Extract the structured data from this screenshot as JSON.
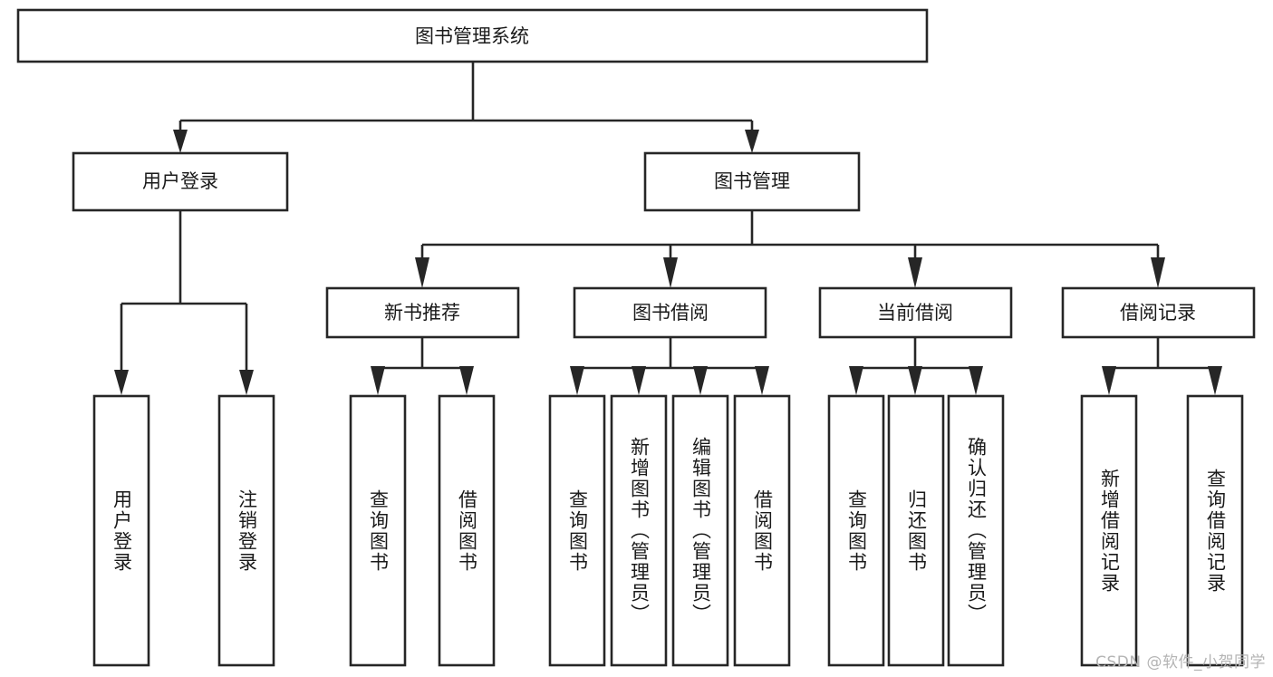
{
  "diagram": {
    "type": "tree-hierarchy",
    "title": "图书管理系统",
    "root": {
      "id": "root",
      "label": "图书管理系统",
      "orientation": "horizontal"
    },
    "level1": [
      {
        "id": "user-login",
        "label": "用户登录",
        "orientation": "horizontal"
      },
      {
        "id": "book-manage",
        "label": "图书管理",
        "orientation": "horizontal"
      }
    ],
    "level2": [
      {
        "id": "new-book-rec",
        "label": "新书推荐",
        "parent": "book-manage",
        "orientation": "horizontal"
      },
      {
        "id": "book-borrow",
        "label": "图书借阅",
        "parent": "book-manage",
        "orientation": "horizontal"
      },
      {
        "id": "current-borrow",
        "label": "当前借阅",
        "parent": "book-manage",
        "orientation": "horizontal"
      },
      {
        "id": "borrow-record",
        "label": "借阅记录",
        "parent": "book-manage",
        "orientation": "horizontal"
      }
    ],
    "leaves": [
      {
        "id": "leaf-user-login",
        "label": "用户登录",
        "parent": "user-login",
        "orientation": "vertical"
      },
      {
        "id": "leaf-logout-login",
        "label": "注销登录",
        "parent": "user-login",
        "orientation": "vertical"
      },
      {
        "id": "leaf-query-book-1",
        "label": "查询图书",
        "parent": "new-book-rec",
        "orientation": "vertical"
      },
      {
        "id": "leaf-borrow-book-1",
        "label": "借阅图书",
        "parent": "new-book-rec",
        "orientation": "vertical"
      },
      {
        "id": "leaf-query-book-2",
        "label": "查询图书",
        "parent": "book-borrow",
        "orientation": "vertical"
      },
      {
        "id": "leaf-add-book",
        "label": "新增图书（管理员）",
        "parent": "book-borrow",
        "orientation": "vertical"
      },
      {
        "id": "leaf-edit-book",
        "label": "编辑图书（管理员）",
        "parent": "book-borrow",
        "orientation": "vertical"
      },
      {
        "id": "leaf-borrow-book-2",
        "label": "借阅图书",
        "parent": "book-borrow",
        "orientation": "vertical"
      },
      {
        "id": "leaf-query-book-3",
        "label": "查询图书",
        "parent": "current-borrow",
        "orientation": "vertical"
      },
      {
        "id": "leaf-return-book",
        "label": "归还图书",
        "parent": "current-borrow",
        "orientation": "vertical"
      },
      {
        "id": "leaf-confirm-return",
        "label": "确认归还（管理员）",
        "parent": "current-borrow",
        "orientation": "vertical"
      },
      {
        "id": "leaf-add-record",
        "label": "新增借阅记录",
        "parent": "borrow-record",
        "orientation": "vertical"
      },
      {
        "id": "leaf-query-record",
        "label": "查询借阅记录",
        "parent": "borrow-record",
        "orientation": "vertical"
      }
    ],
    "colors": {
      "stroke": "#262626",
      "fill": "#ffffff",
      "text": "#1a1a1a",
      "watermark": "#b4b4b4"
    }
  },
  "watermark": {
    "text": "CSDN @软件_小贺同学"
  }
}
